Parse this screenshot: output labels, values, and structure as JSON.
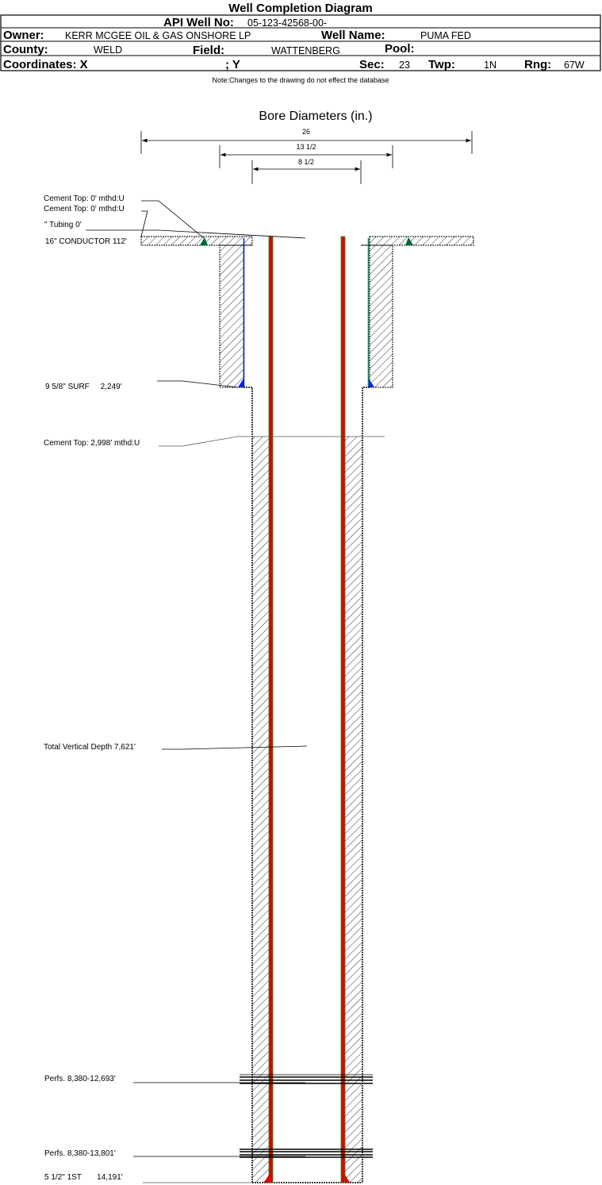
{
  "title": "Well Completion Diagram",
  "header": {
    "api_label": "API Well No:",
    "api_value": "05-123-42568-00-",
    "owner_label": "Owner:",
    "owner_value": "KERR MCGEE OIL & GAS ONSHORE LP",
    "well_name_label": "Well Name:",
    "well_name_value": "PUMA FED",
    "county_label": "County:",
    "county_value": "WELD",
    "field_label": "Field:",
    "field_value": "WATTENBERG",
    "pool_label": "Pool:",
    "coordinates_label": "Coordinates: X",
    "y_label": "; Y",
    "sec_label": "Sec:",
    "sec_value": "23",
    "twp_label": "Twp:",
    "twp_value": "1N",
    "rng_label": "Rng:",
    "rng_value": "67W"
  },
  "note": "Note:Changes to the drawing do not effect the database",
  "bore": {
    "title": "Bore Diameters (in.)",
    "diameters": [
      "26",
      "13 1/2",
      "8 1/2"
    ]
  },
  "labels": {
    "cement_top_1": "Cement Top: 0' mthd:U",
    "cement_top_2": "Cement Top: 0' mthd:U",
    "tubing": "\" Tubing 0'",
    "conductor": "16\" CONDUCTOR  112'",
    "surface": "9 5/8\" SURF     2,249'",
    "cement_top_3": "Cement Top: 2,998' mthd:U",
    "tvd": "Total Vertical Depth 7,621'",
    "perfs_1": "Perfs. 8,380-12,693'",
    "perfs_2": "Perfs. 8,380-13,801'",
    "production": "5 1/2\" 1ST       14,191'"
  },
  "colors": {
    "casing": "#e00000",
    "casing_edge": "#1a9a1a",
    "surface_casing": "#1030c0",
    "cement_shoe": "#0020ff"
  }
}
